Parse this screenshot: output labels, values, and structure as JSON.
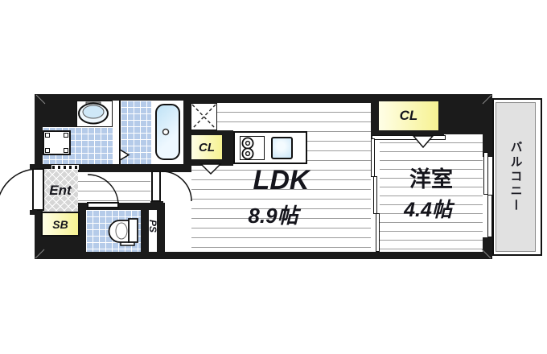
{
  "floorplan": {
    "rooms": {
      "ldk": {
        "label": "LDK",
        "size": "8.9帖"
      },
      "western_room": {
        "label": "洋室",
        "size": "4.4帖"
      },
      "balcony": {
        "label": "バルコニー"
      },
      "entrance": {
        "label": "Ent"
      },
      "shoe_box": {
        "label": "SB"
      },
      "closet_kitchen": {
        "label": "CL"
      },
      "closet_western": {
        "label": "CL"
      },
      "pipe_space": {
        "label": "PS"
      }
    },
    "fixtures": [
      "bathtub",
      "washbasin",
      "washing-machine-pan",
      "toilet",
      "stove-2-burner",
      "kitchen-sink",
      "refrigerator-space",
      "entrance-door",
      "toilet-door",
      "ldk-door",
      "bathroom-folding-door",
      "sliding-partition",
      "balcony-window"
    ],
    "colors": {
      "wall": "#1b1b1b",
      "tile_blue": "#b5cbe9",
      "closet_yellow": "#f6f292",
      "entrance_gray": "#d6d6d6",
      "balcony_gray": "#e1e1e1",
      "fixture_blue": "#cde8f8"
    }
  }
}
